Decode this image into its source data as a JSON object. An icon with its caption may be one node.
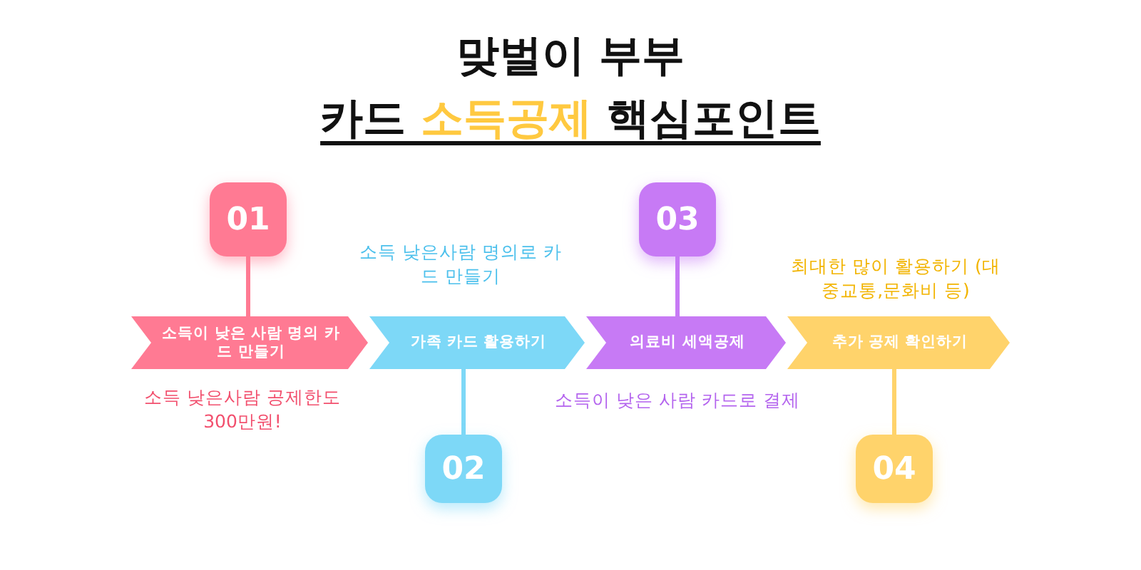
{
  "diagram": {
    "title": "맞벌이 부부 카드 **소득공제** 핵심포인트",
    "nodes": [
      {
        "text": [
          "01"
        ]
      },
      {
        "text": [
          "소득이 낮은 사람 명의 카드 만들기"
        ],
        "beside": [
          "소득 낮은사람 공제한도 300만원!"
        ]
      },
      {
        "text": [
          "가족 카드 활용하기"
        ],
        "beside": [
          "소득 낮은사람 명의로 카드 만들기"
        ]
      },
      {
        "text": [
          "02"
        ]
      },
      {
        "text": [
          "03"
        ]
      },
      {
        "text": [
          "의료비 세액공제"
        ],
        "beside": [
          "소득이 낮은 사람 카드로 결제"
        ]
      },
      {
        "text": [
          "추가 공제 확인하기"
        ],
        "beside": [
          "최대한 많이 활용하기 (대중교통,문화비 등)"
        ]
      },
      {
        "text": [
          "04"
        ]
      }
    ],
    "edges": [
      {
        "from": 0,
        "to": 1,
        "arrow": "none",
        "color": "#ff7a93"
      },
      {
        "from": 2,
        "to": 3,
        "arrow": "none",
        "color": "#7dd8f7"
      },
      {
        "from": 4,
        "to": 5,
        "arrow": "none",
        "color": "#c77af5"
      },
      {
        "from": 6,
        "to": 7,
        "arrow": "none",
        "color": "#ffd36b"
      }
    ]
  }
}
